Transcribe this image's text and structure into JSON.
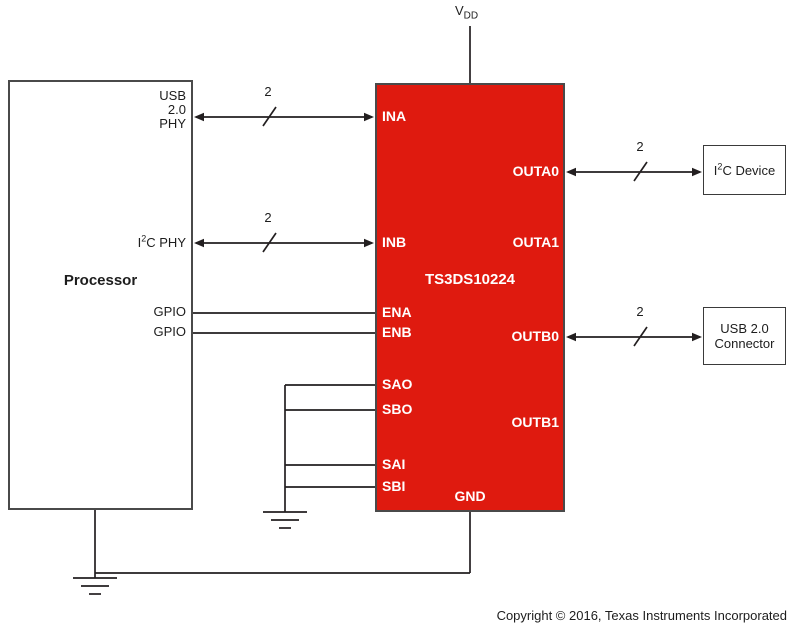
{
  "power": {
    "vdd_letter": "V",
    "vdd_subscript": "DD"
  },
  "processor": {
    "title": "Processor",
    "usb_phy": {
      "line1": "USB",
      "line2": "2.0",
      "line3": "PHY"
    },
    "i2c_phy": {
      "prefix": "I",
      "sup": "2",
      "suffix": "C PHY"
    },
    "gpio_a": "GPIO",
    "gpio_b": "GPIO"
  },
  "chip": {
    "name": "TS3DS10224",
    "pins": {
      "ina": "INA",
      "inb": "INB",
      "ena": "ENA",
      "enb": "ENB",
      "sao": "SAO",
      "sbo": "SBO",
      "sai": "SAI",
      "sbi": "SBI",
      "outa0": "OUTA0",
      "outa1": "OUTA1",
      "outb0": "OUTB0",
      "outb1": "OUTB1",
      "gnd": "GND"
    }
  },
  "devices": {
    "i2c": {
      "prefix": "I",
      "sup": "2",
      "suffix": "C Device"
    },
    "usb": {
      "line1": "USB 2.0",
      "line2": "Connector"
    }
  },
  "bus_widths": {
    "ina": "2",
    "inb": "2",
    "outa0": "2",
    "outb0": "2"
  },
  "footer": {
    "copyright": "Copyright © 2016, Texas Instruments Incorporated"
  },
  "colors": {
    "chip_fill": "#df1a0f",
    "wire": "#231f20"
  }
}
